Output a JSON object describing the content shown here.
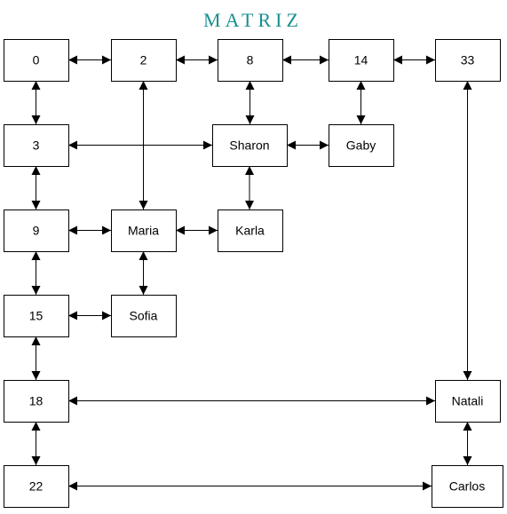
{
  "title": "MATRIZ",
  "colors": {
    "title": "#1a8f8f",
    "stroke": "#000000",
    "background": "#ffffff"
  },
  "nodes": [
    {
      "id": "n0",
      "label": "0"
    },
    {
      "id": "n2",
      "label": "2"
    },
    {
      "id": "n8",
      "label": "8"
    },
    {
      "id": "n14",
      "label": "14"
    },
    {
      "id": "n33",
      "label": "33"
    },
    {
      "id": "n3",
      "label": "3"
    },
    {
      "id": "sharon",
      "label": "Sharon"
    },
    {
      "id": "gaby",
      "label": "Gaby"
    },
    {
      "id": "n9",
      "label": "9"
    },
    {
      "id": "maria",
      "label": "Maria"
    },
    {
      "id": "karla",
      "label": "Karla"
    },
    {
      "id": "n15",
      "label": "15"
    },
    {
      "id": "sofia",
      "label": "Sofia"
    },
    {
      "id": "n18",
      "label": "18"
    },
    {
      "id": "natali",
      "label": "Natali"
    },
    {
      "id": "n22",
      "label": "22"
    },
    {
      "id": "carlos",
      "label": "Carlos"
    }
  ],
  "edges": [
    {
      "from": "n0",
      "to": "n2",
      "direction": "both"
    },
    {
      "from": "n2",
      "to": "n8",
      "direction": "both"
    },
    {
      "from": "n8",
      "to": "n14",
      "direction": "both"
    },
    {
      "from": "n14",
      "to": "n33",
      "direction": "both"
    },
    {
      "from": "n0",
      "to": "n3",
      "direction": "both"
    },
    {
      "from": "n2",
      "to": "maria",
      "direction": "both"
    },
    {
      "from": "n8",
      "to": "sharon",
      "direction": "both"
    },
    {
      "from": "n14",
      "to": "gaby",
      "direction": "both"
    },
    {
      "from": "n33",
      "to": "natali",
      "direction": "both"
    },
    {
      "from": "n3",
      "to": "sharon",
      "direction": "both"
    },
    {
      "from": "sharon",
      "to": "gaby",
      "direction": "both"
    },
    {
      "from": "n3",
      "to": "n9",
      "direction": "both"
    },
    {
      "from": "sharon",
      "to": "karla",
      "direction": "both"
    },
    {
      "from": "n9",
      "to": "maria",
      "direction": "both"
    },
    {
      "from": "maria",
      "to": "karla",
      "direction": "both"
    },
    {
      "from": "n9",
      "to": "n15",
      "direction": "both"
    },
    {
      "from": "maria",
      "to": "sofia",
      "direction": "both"
    },
    {
      "from": "n15",
      "to": "sofia",
      "direction": "both"
    },
    {
      "from": "n15",
      "to": "n18",
      "direction": "both"
    },
    {
      "from": "n18",
      "to": "natali",
      "direction": "both"
    },
    {
      "from": "n18",
      "to": "n22",
      "direction": "both"
    },
    {
      "from": "natali",
      "to": "carlos",
      "direction": "both"
    },
    {
      "from": "n22",
      "to": "carlos",
      "direction": "both"
    }
  ]
}
